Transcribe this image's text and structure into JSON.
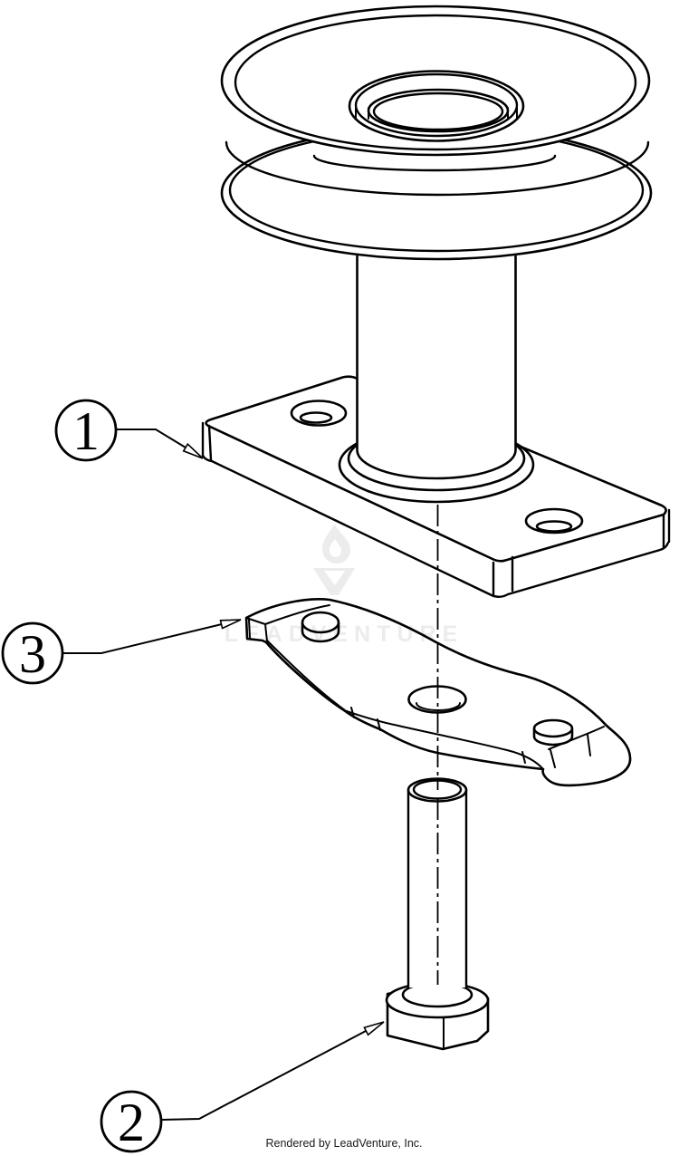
{
  "diagram": {
    "background": "#ffffff",
    "line_color": "#000000",
    "callouts": [
      {
        "number": "1"
      },
      {
        "number": "2"
      },
      {
        "number": "3"
      }
    ],
    "watermark": {
      "logo_icon": "leadventure-flame-logo-icon",
      "text": "LEADVENTURE",
      "color": "#ececec"
    },
    "footer": {
      "text": "Rendered by LeadVenture, Inc.",
      "color": "#1a1a1a"
    }
  }
}
